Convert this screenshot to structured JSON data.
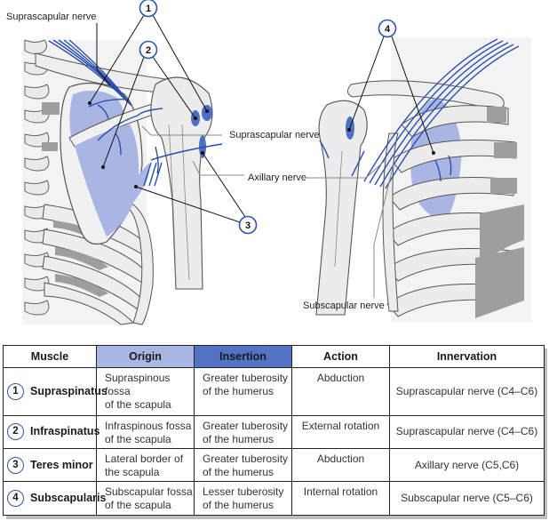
{
  "figure": {
    "labels": {
      "suprascapular_top": "Suprascapular nerve",
      "suprascapular_mid": "Suprascapular nerve",
      "axillary": "Axillary nerve",
      "subscapular": "Subscapular nerve"
    },
    "markers": [
      "1",
      "2",
      "3",
      "4"
    ],
    "colors": {
      "muscle_light": "#a9b6e3",
      "muscle_dark": "#4e6fc2",
      "nerve": "#2b4fb0",
      "bone": "#ececec",
      "bone_outline": "#555555",
      "marker_ring": "#2c55b0"
    }
  },
  "table": {
    "headers": [
      "Muscle",
      "Origin",
      "Insertion",
      "Action",
      "Innervation"
    ],
    "header_colors": {
      "origin": "#a9b6e3",
      "insertion": "#5374c4"
    },
    "rows": [
      {
        "num": "1",
        "muscle": "Supraspinatus",
        "origin_1": "Supraspinous fossa",
        "origin_2": "of the scapula",
        "insertion_1": "Greater tuberosity",
        "insertion_2": "of the humerus",
        "action": "Abduction",
        "innervation": "Suprascapular nerve (C4–C6)"
      },
      {
        "num": "2",
        "muscle": "Infraspinatus",
        "origin_1": "Infraspinous fossa",
        "origin_2": "of the scapula",
        "insertion_1": "Greater tuberosity",
        "insertion_2": "of the humerus",
        "action": "External rotation",
        "innervation": "Suprascapular nerve (C4–C6)"
      },
      {
        "num": "3",
        "muscle": "Teres minor",
        "origin_1": "Lateral border of",
        "origin_2": "the scapula",
        "insertion_1": "Greater tuberosity",
        "insertion_2": "of the humerus",
        "action": "Abduction",
        "innervation": "Axillary nerve (C5,C6)"
      },
      {
        "num": "4",
        "muscle": "Subscapularis",
        "origin_1": "Subscapular fossa",
        "origin_2": "of the scapula",
        "insertion_1": "Lesser tuberosity",
        "insertion_2": "of the humerus",
        "action": "Internal rotation",
        "innervation": "Subscapular nerve (C5–C6)"
      }
    ]
  }
}
